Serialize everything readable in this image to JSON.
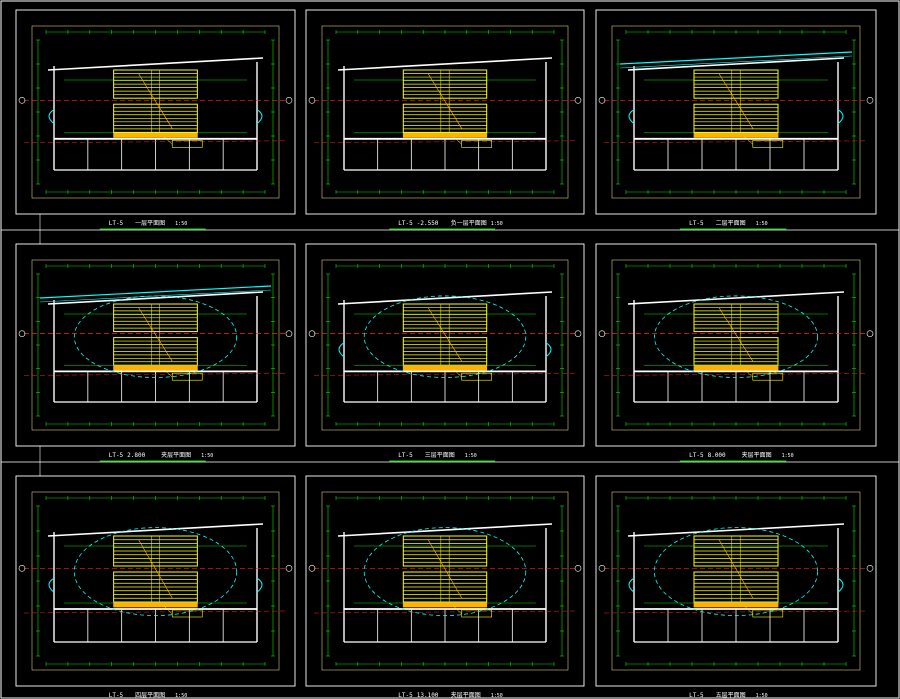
{
  "colors": {
    "background": "#000000",
    "frame": "#ffffff",
    "inner_frame": "#d8c878",
    "dimension": "#00e000",
    "axis": "#ff2020",
    "stair": "#ffff00",
    "landing": "#ffb000",
    "door": "#00ffff",
    "wall": "#ffffff",
    "callout": "#ffff00"
  },
  "panels": [
    {
      "code": "LT-5",
      "elevation": "",
      "title": "一层平面图",
      "scale": "1:50",
      "variant": "ground"
    },
    {
      "code": "LT-5",
      "elevation": "-2.550",
      "title": "负一层平面图",
      "scale": "1:50",
      "variant": "basement"
    },
    {
      "code": "LT-5",
      "elevation": "",
      "title": "二层平面图",
      "scale": "1:50",
      "variant": "roof_top"
    },
    {
      "code": "LT-5",
      "elevation": "2.800",
      "title": "夹层平面图",
      "scale": "1:50",
      "variant": "roof_ellipse"
    },
    {
      "code": "LT-5",
      "elevation": "",
      "title": "三层平面图",
      "scale": "1:50",
      "variant": "ellipse_doors"
    },
    {
      "code": "LT-5",
      "elevation": "8.000",
      "title": "夹层平面图",
      "scale": "1:50",
      "variant": "ellipse"
    },
    {
      "code": "LT-5",
      "elevation": "",
      "title": "四层平面图",
      "scale": "1:50",
      "variant": "ellipse_doors"
    },
    {
      "code": "LT-5",
      "elevation": "13.100",
      "title": "夹层平面图",
      "scale": "1:50",
      "variant": "ellipse"
    },
    {
      "code": "LT-5",
      "elevation": "",
      "title": "五层平面图",
      "scale": "1:50",
      "variant": "ellipse_doors"
    }
  ]
}
